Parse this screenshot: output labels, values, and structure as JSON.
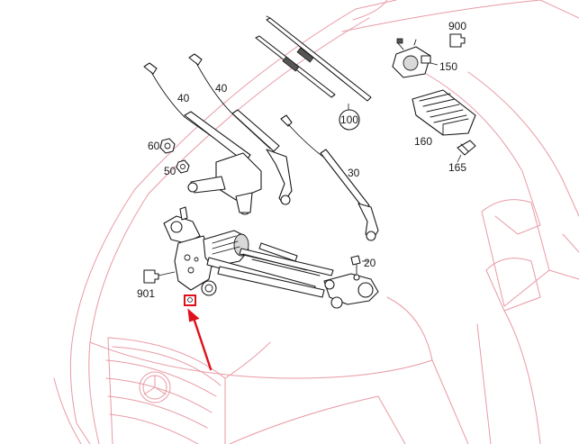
{
  "diagram": {
    "part_labels": {
      "p900": "900",
      "p150": "150",
      "p100": "100",
      "p160": "160",
      "p165": "165",
      "p40a": "40",
      "p40b": "40",
      "p60": "60",
      "p50": "50",
      "p30": "30",
      "p20": "20",
      "p901": "901"
    },
    "colors": {
      "car_outline": "#e89aa5",
      "highlight": "#e0101a",
      "arrow": "#e0101a",
      "parts": "#1a1a1a"
    },
    "icons": {
      "connector": "connector-plug-icon",
      "arrow": "red-pointer-arrow"
    }
  }
}
